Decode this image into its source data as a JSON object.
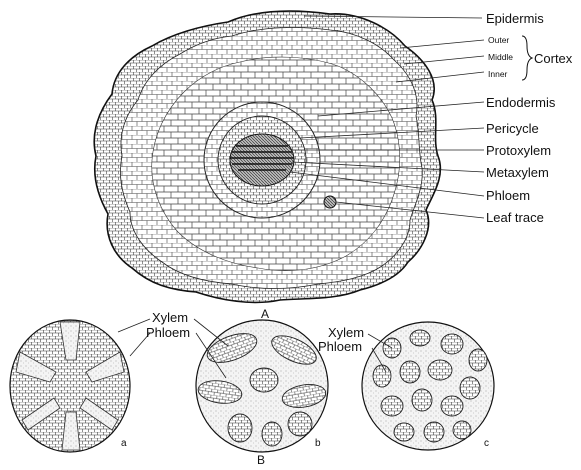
{
  "figure_a": {
    "labels": {
      "epidermis": "Epidermis",
      "cortex_outer": "Outer",
      "cortex_middle": "Middle",
      "cortex_inner": "Inner",
      "cortex": "Cortex",
      "endodermis": "Endodermis",
      "pericycle": "Pericycle",
      "protoxylem": "Protoxylem",
      "metaxylem": "Metaxylem",
      "phloem": "Phloem",
      "leaf_trace": "Leaf trace"
    },
    "caption": "A"
  },
  "figure_b": {
    "labels": {
      "xylem": "Xylem",
      "phloem": "Phloem",
      "xylem_c": "Xylem",
      "phloem_c": "Phloem"
    },
    "panel_a": "a",
    "panel_b": "b",
    "panel_c": "c",
    "caption": "B"
  },
  "colors": {
    "ink": "#111111",
    "cell_line": "#333333",
    "background": "#ffffff"
  }
}
